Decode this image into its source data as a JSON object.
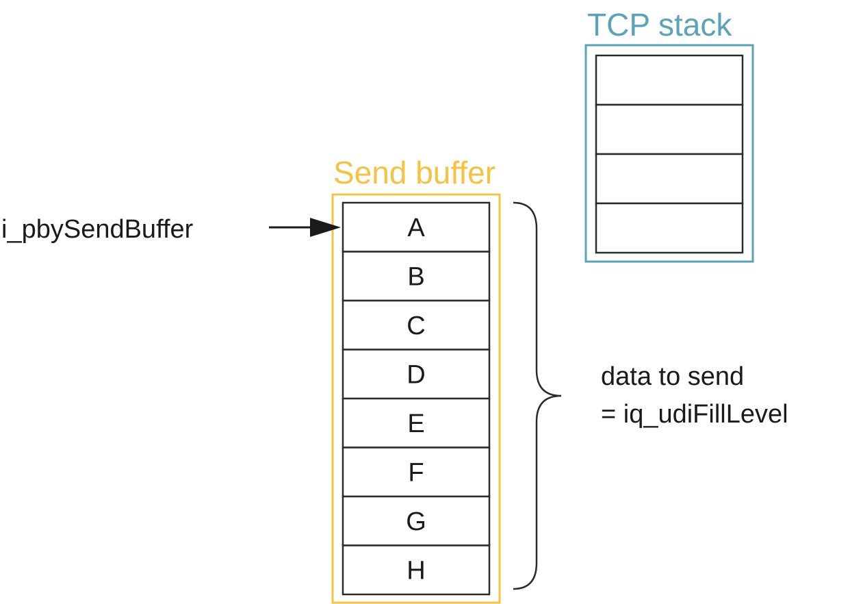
{
  "colors": {
    "send_buffer_frame": "#f5c342",
    "tcp_stack_frame": "#5aa3b8",
    "cell_border": "#2b2b2b",
    "text": "#1a1a1a"
  },
  "tcp_stack": {
    "title": "TCP stack",
    "cells": [
      "",
      "",
      "",
      ""
    ]
  },
  "send_buffer": {
    "title": "Send buffer",
    "cells": [
      "A",
      "B",
      "C",
      "D",
      "E",
      "F",
      "G",
      "H"
    ]
  },
  "pointer_label": "i_pbySendBuffer",
  "brace_annotation": {
    "line1": "data to send",
    "line2": "= iq_udiFillLevel"
  }
}
